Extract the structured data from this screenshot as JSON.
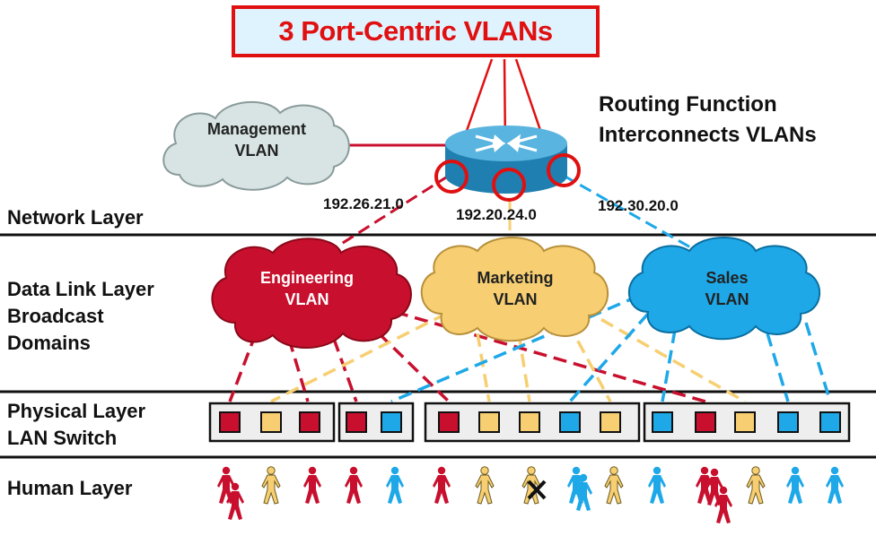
{
  "title": "3 Port-Centric VLANs",
  "routing_label": [
    "Routing Function",
    "Interconnects VLANs"
  ],
  "layers": {
    "network": "Network Layer",
    "datalink": [
      "Data Link Layer",
      "Broadcast",
      "Domains"
    ],
    "physical": [
      "Physical Layer",
      "LAN Switch"
    ],
    "human": "Human Layer"
  },
  "networks": [
    "192.26.21.0",
    "192.20.24.0",
    "192.30.20.0"
  ],
  "clouds": {
    "management": [
      "Management",
      "VLAN"
    ],
    "engineering": [
      "Engineering",
      "VLAN"
    ],
    "marketing": [
      "Marketing",
      "VLAN"
    ],
    "sales": [
      "Sales",
      "VLAN"
    ]
  },
  "colors": {
    "engineering": "#c8102e",
    "marketing": "#f7cf72",
    "sales": "#1ea8e8",
    "management": "#d8e4e4",
    "highlight": "#e01010",
    "router": "#2f8fc0"
  },
  "switch_ports": [
    [
      "engineering",
      "marketing",
      "engineering"
    ],
    [
      "engineering",
      "sales"
    ],
    [
      "engineering",
      "marketing",
      "marketing",
      "sales",
      "marketing"
    ],
    [
      "sales",
      "engineering",
      "marketing",
      "sales",
      "sales"
    ]
  ],
  "people": [
    "engineering",
    "marketing",
    "engineering",
    "engineering",
    "sales",
    "engineering",
    "marketing",
    "marketing",
    "sales",
    "marketing",
    "sales",
    "engineering",
    "marketing",
    "sales",
    "sales"
  ]
}
